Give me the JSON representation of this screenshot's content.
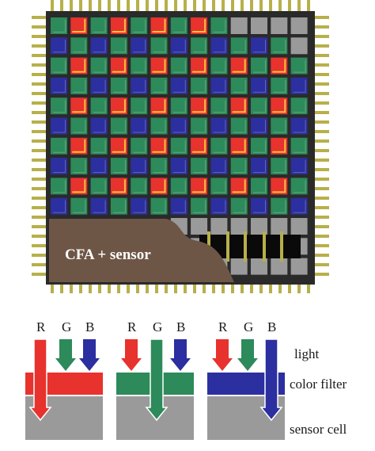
{
  "chip": {
    "label": "CFA + sensor",
    "colors": {
      "red": "#e8322d",
      "green": "#2d8a5a",
      "blue": "#2c2fa0",
      "gray": "#9a9a9a",
      "brown": "#6e5646",
      "frame": "#2a2a2a",
      "pins": "#b7b04a",
      "highlight": "#f3c23a"
    }
  },
  "legend": {
    "channels": [
      "R",
      "G",
      "B"
    ],
    "layers": {
      "light": "light",
      "filter": "color filter",
      "sensor": "sensor cell"
    }
  }
}
